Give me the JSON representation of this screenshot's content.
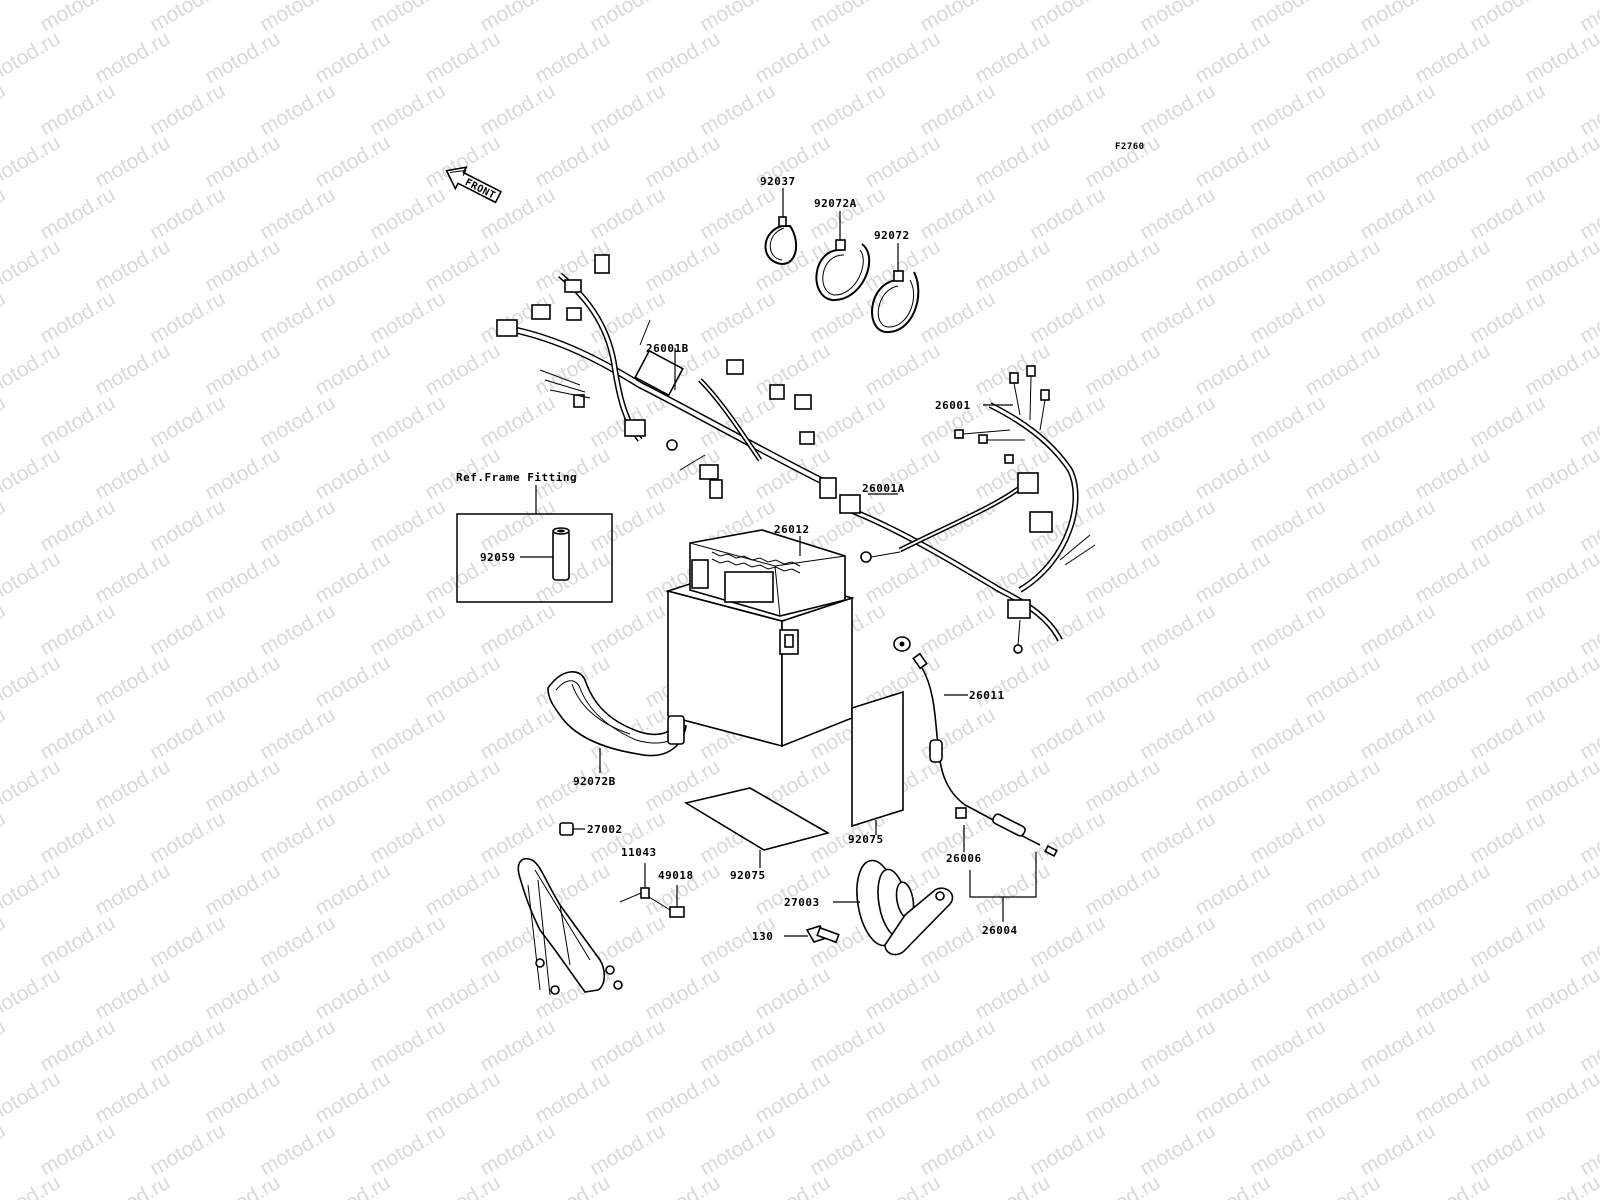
{
  "figure_code": "F2760",
  "front_arrow_label": "FRONT",
  "watermark_text": "motod.ru",
  "ref_box_title": "Ref.Frame Fitting",
  "parts": {
    "p92037": "92037",
    "p92072A": "92072A",
    "p92072": "92072",
    "p26001B": "26001B",
    "p26001": "26001",
    "p26001A": "26001A",
    "p26012": "26012",
    "p92059": "92059",
    "p26011": "26011",
    "p92072B": "92072B",
    "p27002": "27002",
    "p11043": "11043",
    "p49018": "49018",
    "p92075_upper": "92075",
    "p92075_lower": "92075",
    "p26006": "26006",
    "p27003": "27003",
    "p130": "130",
    "p26004": "26004"
  }
}
